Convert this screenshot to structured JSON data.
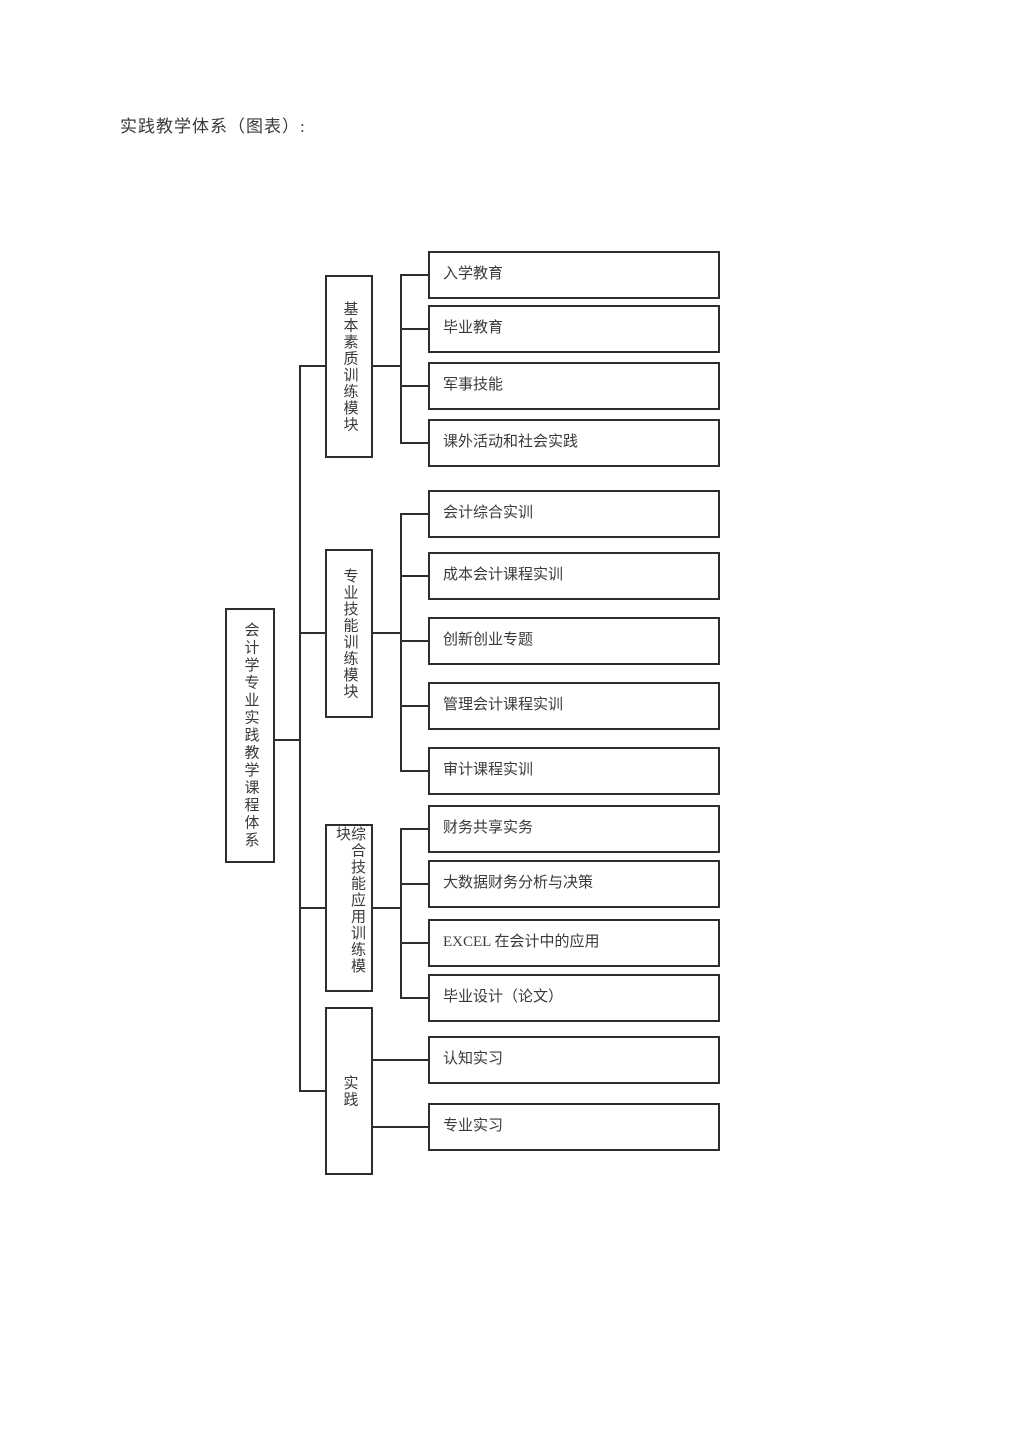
{
  "page": {
    "title": "实践教学体系（图表）:"
  },
  "tree": {
    "root": "会计学专业实践教学课程体系",
    "modules": [
      {
        "label": "基本素质训练模块",
        "children": [
          "入学教育",
          "毕业教育",
          "军事技能",
          "课外活动和社会实践"
        ]
      },
      {
        "label": "专业技能训练模块",
        "children": [
          "会计综合实训",
          "成本会计课程实训",
          "创新创业专题",
          "管理会计课程实训",
          "审计课程实训"
        ]
      },
      {
        "label": "综合技能应用训练模块",
        "children": [
          "财务共享实务",
          "大数据财务分析与决策",
          "EXCEL 在会计中的应用",
          "毕业设计（论文）"
        ]
      },
      {
        "label": "实践",
        "children": [
          "认知实习",
          "专业实习"
        ]
      }
    ]
  },
  "colors": {
    "line": "#2e2e2e",
    "text": "#3a3a3a",
    "background": "#ffffff"
  }
}
